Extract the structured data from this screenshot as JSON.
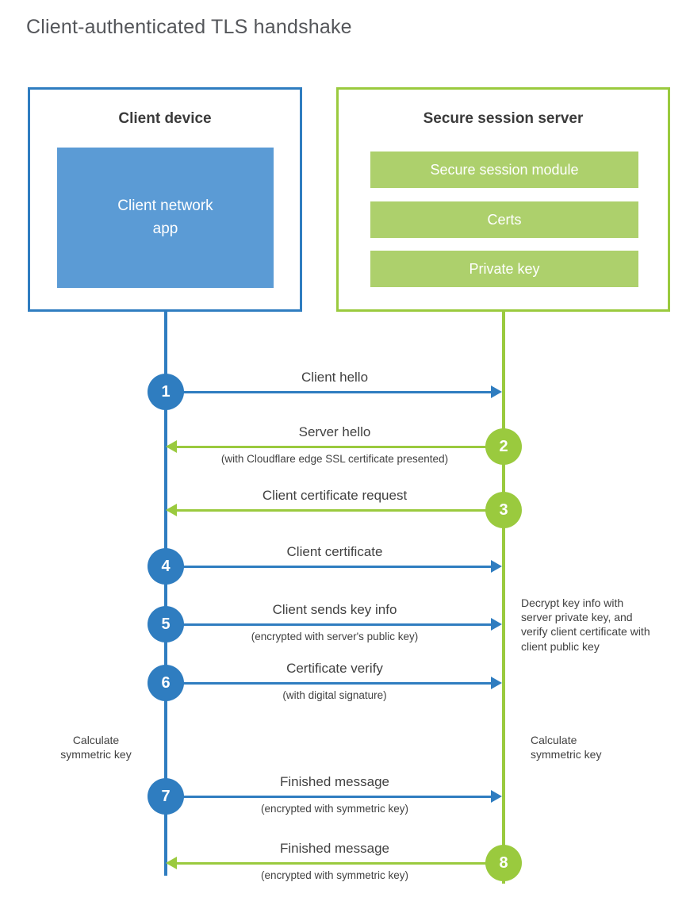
{
  "title": "Client-authenticated TLS handshake",
  "colors": {
    "blue": "#2f7dc0",
    "blue-fill": "#5b9bd5",
    "green": "#9aca3e",
    "green-fill": "#add06c"
  },
  "client_box": {
    "title": "Client device",
    "inner_label": "Client network\napp"
  },
  "server_box": {
    "title": "Secure session server",
    "modules": [
      "Secure session module",
      "Certs",
      "Private key"
    ]
  },
  "steps": [
    {
      "num": "1",
      "label": "Client hello",
      "sub": "",
      "direction": "client-to-server"
    },
    {
      "num": "2",
      "label": "Server hello",
      "sub": "(with Cloudflare edge SSL certificate presented)",
      "direction": "server-to-client"
    },
    {
      "num": "3",
      "label": "Client certificate request",
      "sub": "",
      "direction": "server-to-client"
    },
    {
      "num": "4",
      "label": "Client certificate",
      "sub": "",
      "direction": "client-to-server"
    },
    {
      "num": "5",
      "label": "Client sends key info",
      "sub": "(encrypted with server's public key)",
      "direction": "client-to-server"
    },
    {
      "num": "6",
      "label": "Certificate verify",
      "sub": "(with digital signature)",
      "direction": "client-to-server"
    },
    {
      "num": "7",
      "label": "Finished message",
      "sub": "(encrypted with symmetric key)",
      "direction": "client-to-server"
    },
    {
      "num": "8",
      "label": "Finished message",
      "sub": "(encrypted with symmetric key)",
      "direction": "server-to-client"
    }
  ],
  "annotations": {
    "decrypt_note": "Decrypt key info with server private key, and verify client certificate with client public key",
    "calc_symmetric_left": "Calculate symmetric key",
    "calc_symmetric_right": "Calculate symmetric key"
  }
}
